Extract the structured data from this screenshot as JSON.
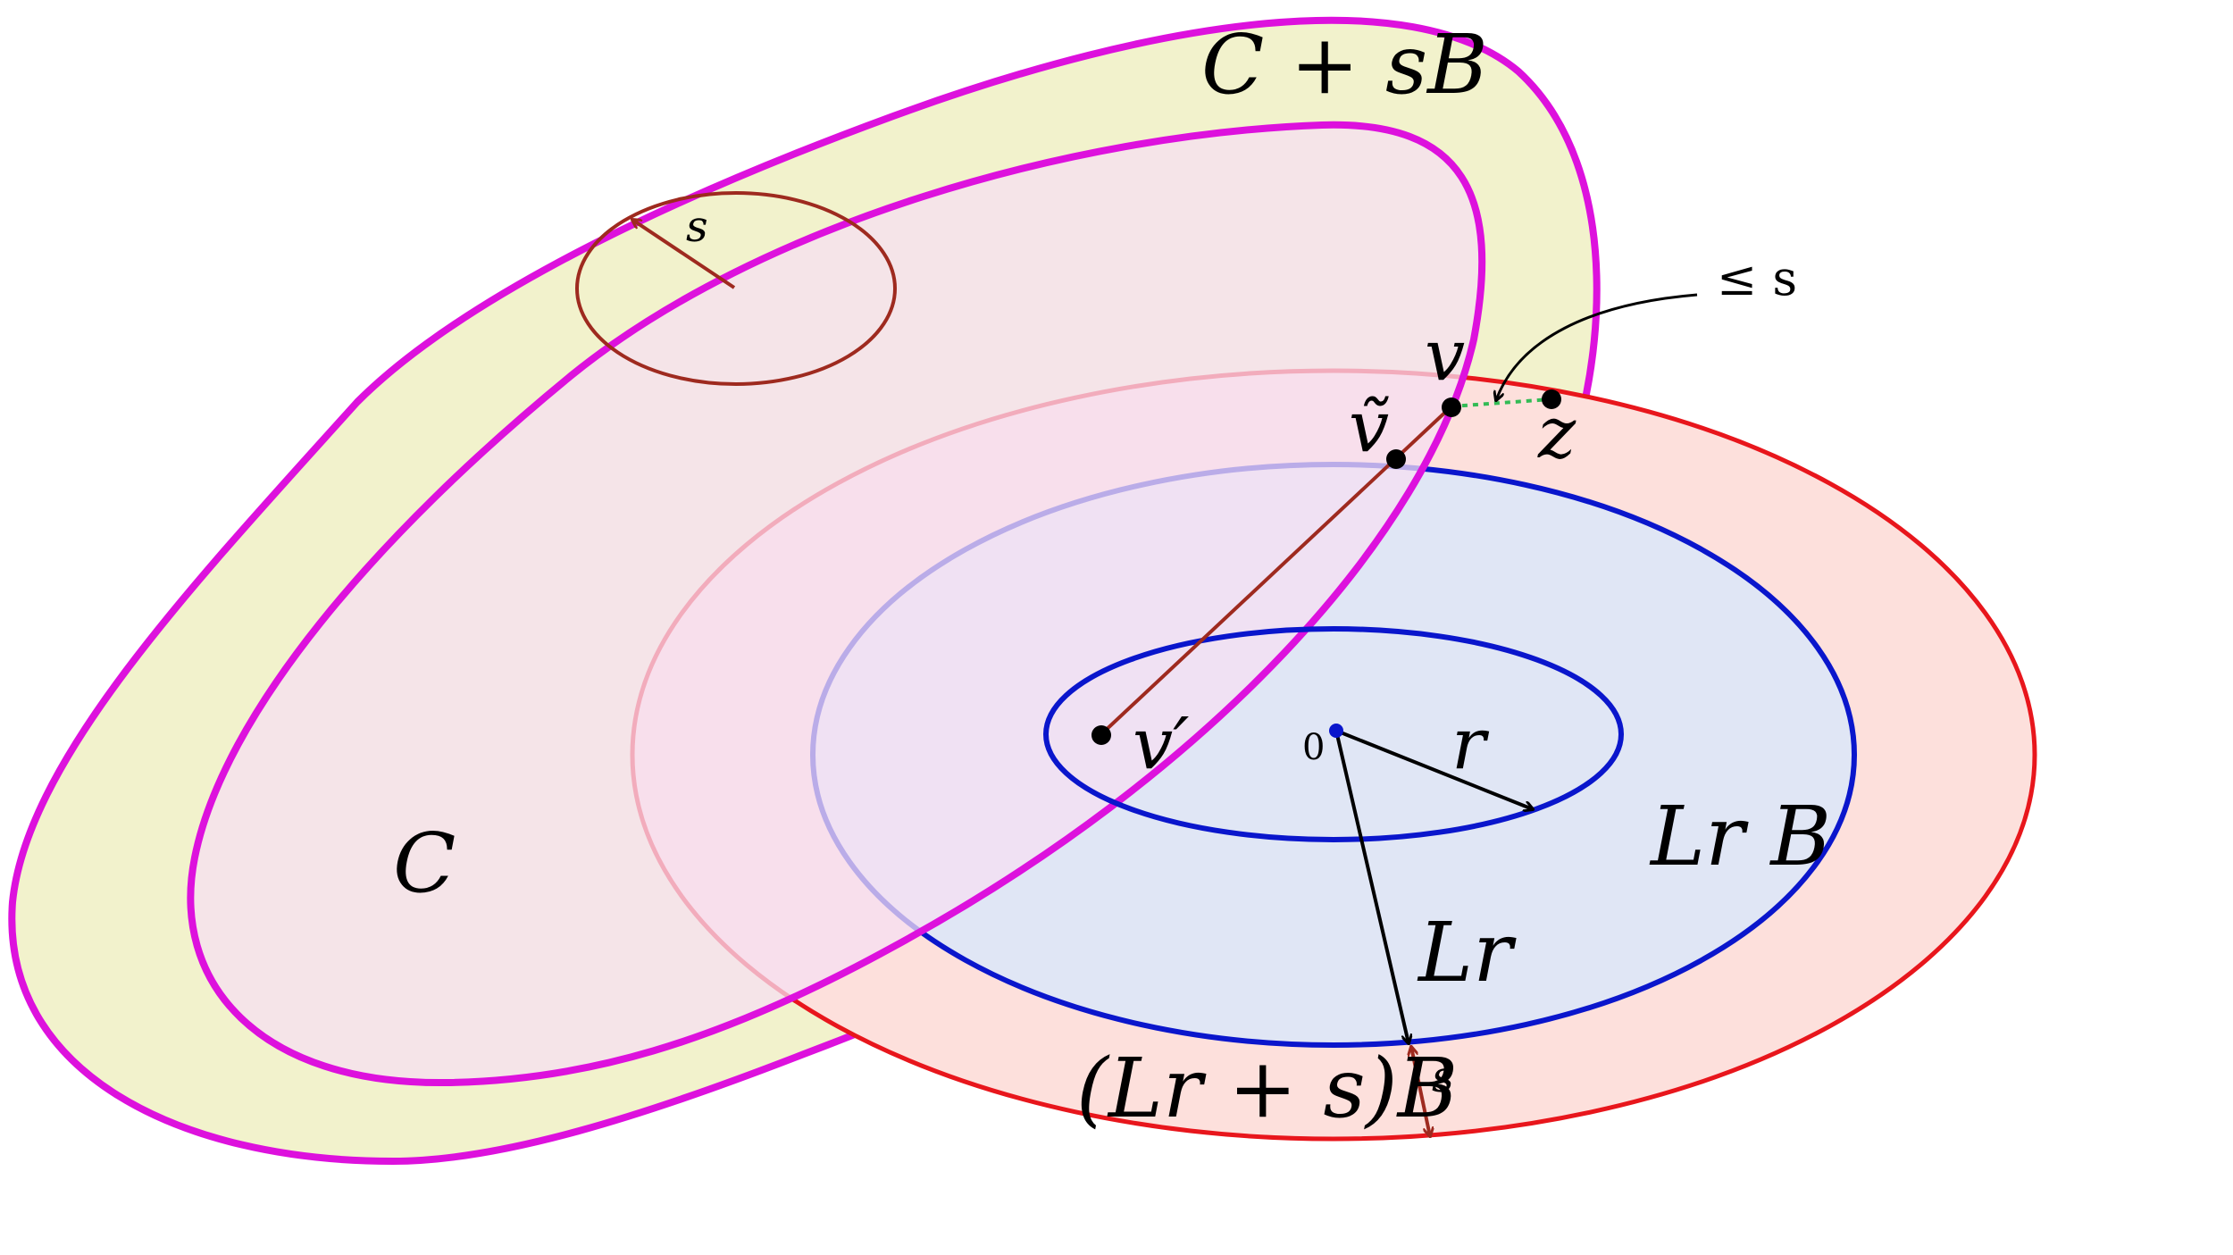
{
  "diagram": {
    "labels": {
      "set_c": "C",
      "c_plus_sb": "C + sB",
      "s_top": "s",
      "leq_s": "≤ s",
      "v": "v",
      "v_tilde": "ṽ",
      "z": "z",
      "v_prime": "v′",
      "zero": "0",
      "r": "r",
      "lr_b": "Lr B",
      "lr": "Lr",
      "lr_plus_s_b": "(Lr + s)B",
      "s_bottom": "s"
    },
    "colors": {
      "outer_set_fill": "#f2f2cc",
      "inner_set_fill": "#f5dff2",
      "set_boundary": "#dd11dd",
      "red_ball_fill": "#fde0dc",
      "red_ball_stroke": "#e8161c",
      "blue_ball_fill": "#e0e6f5",
      "blue_ball_stroke": "#0a16cc",
      "segment": "#9e2a1f",
      "dotted": "#33bb55",
      "arrow": "#000000"
    }
  }
}
